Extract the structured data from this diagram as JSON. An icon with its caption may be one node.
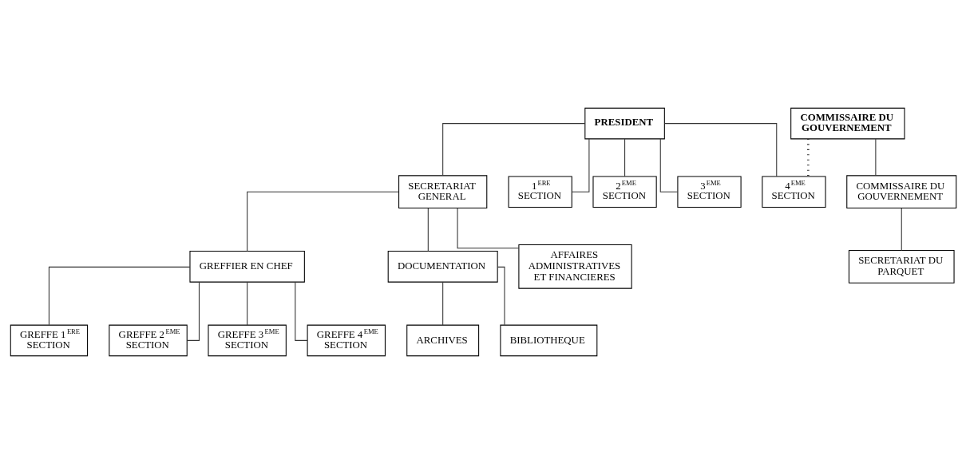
{
  "diagram": {
    "nodes": [
      {
        "text": [
          "PRESIDENT"
        ]
      },
      {
        "text": [
          "COMMISSAIRE DU GOUVERNEMENT"
        ]
      },
      {
        "text": [
          "SECRETARIAT GENERAL"
        ]
      },
      {
        "text": [
          "1$^{ERE}$ SECTION"
        ]
      },
      {
        "text": [
          "2$^{EME}$ SECTION"
        ]
      },
      {
        "text": [
          "3$^{EME}$ SECTION"
        ]
      },
      {
        "text": [
          "4$^{EME}$ SECTION"
        ]
      },
      {
        "text": [
          "COMMISSAIRE DU GOUVERNEMENT"
        ]
      },
      {
        "text": [
          "GREFFIER EN CHEF"
        ]
      },
      {
        "text": [
          "DOCUMENTATION"
        ]
      },
      {
        "text": [
          "AFFAIRES ADMINISTRATIVES ET FINANCIERES"
        ]
      },
      {
        "text": [
          "SECRETARIAT DU PARQUET"
        ]
      },
      {
        "text": [
          "GREFFE 1$^{ERE}$ SECTION"
        ]
      },
      {
        "text": [
          "GREFFE 2$^{EME}$ SECTION"
        ]
      },
      {
        "text": [
          "GREFFE 3$^{EME}$ SECTION"
        ]
      },
      {
        "text": [
          "GREFFE 4$^{EME}$ SECTION"
        ]
      },
      {
        "text": [
          "ARCHIVES"
        ]
      },
      {
        "text": [
          "BIBLIOTHEQUE"
        ]
      }
    ],
    "edges": [
      {
        "from": 0,
        "to": 2,
        "arrow": "none"
      },
      {
        "from": 0,
        "to": 3,
        "arrow": "none"
      },
      {
        "from": 0,
        "to": 4,
        "arrow": "none"
      },
      {
        "from": 0,
        "to": 5,
        "arrow": "none"
      },
      {
        "from": 0,
        "to": 6,
        "arrow": "none"
      },
      {
        "from": 1,
        "to": 6,
        "arrow": "none",
        "style": "dashed"
      },
      {
        "from": 1,
        "to": 7,
        "arrow": "none"
      },
      {
        "from": 2,
        "to": 8,
        "arrow": "none"
      },
      {
        "from": 2,
        "to": 9,
        "arrow": "none"
      },
      {
        "from": 2,
        "to": 10,
        "arrow": "none"
      },
      {
        "from": 7,
        "to": 11,
        "arrow": "none"
      },
      {
        "from": 8,
        "to": 12,
        "arrow": "none"
      },
      {
        "from": 8,
        "to": 13,
        "arrow": "none"
      },
      {
        "from": 8,
        "to": 14,
        "arrow": "none"
      },
      {
        "from": 8,
        "to": 15,
        "arrow": "none"
      },
      {
        "from": 9,
        "to": 16,
        "arrow": "none"
      },
      {
        "from": 9,
        "to": 17,
        "arrow": "none"
      }
    ]
  }
}
